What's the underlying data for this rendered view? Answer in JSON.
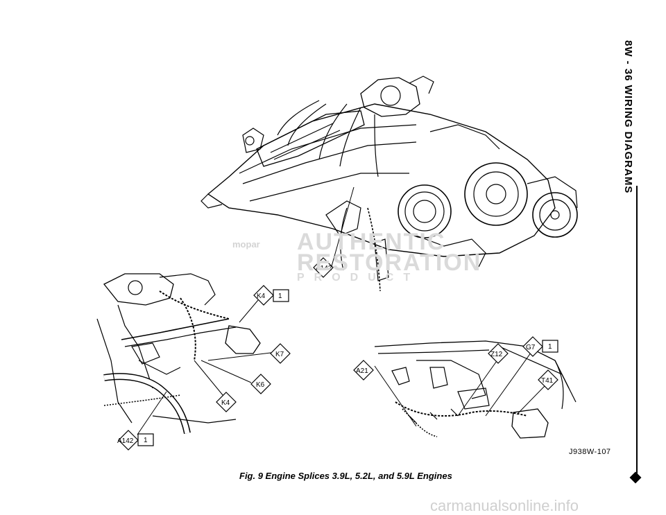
{
  "page": {
    "section_header": "8W - 36   WIRING DIAGRAMS",
    "caption": "Fig. 9 Engine Splices 3.9L, 5.2L, and 5.9L Engines",
    "figure_id": "J938W-107",
    "footer_site": "carmanualsonline.info"
  },
  "watermark": {
    "brand": "mopar",
    "line1": "AUTHENTIC",
    "line2": "RESTORATION",
    "line3": "PRODUCT"
  },
  "callouts": {
    "a142_top": "A142",
    "k4_top": "K4",
    "k4_top_count": "1",
    "k7": "K7",
    "k6": "K6",
    "k4_bottom": "K4",
    "a142_bottom": "A142",
    "a142_bottom_count": "1",
    "a21": "A21",
    "z12": "Z12",
    "g7": "G7",
    "g7_count": "1",
    "t41": "T41"
  }
}
